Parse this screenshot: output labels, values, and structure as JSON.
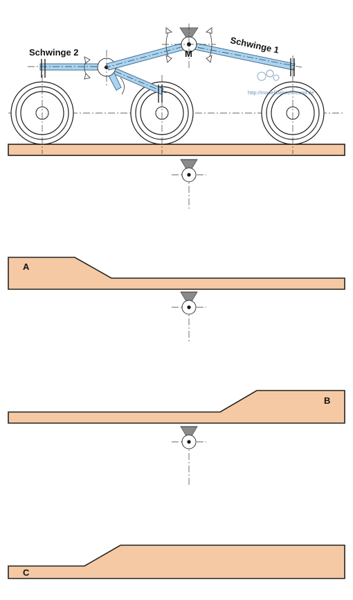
{
  "labels": {
    "schwinge_1": "Schwinge 1",
    "schwinge_2": "Schwinge 2",
    "pivot_m": "M",
    "terrain_a": "A",
    "terrain_b": "B",
    "terrain_c": "C"
  },
  "watermark": "http://modellbahnerfreund.de",
  "colors": {
    "ground": "#f5c9a4",
    "arm": "#a9d4f2",
    "outline": "#1a1a1a"
  }
}
